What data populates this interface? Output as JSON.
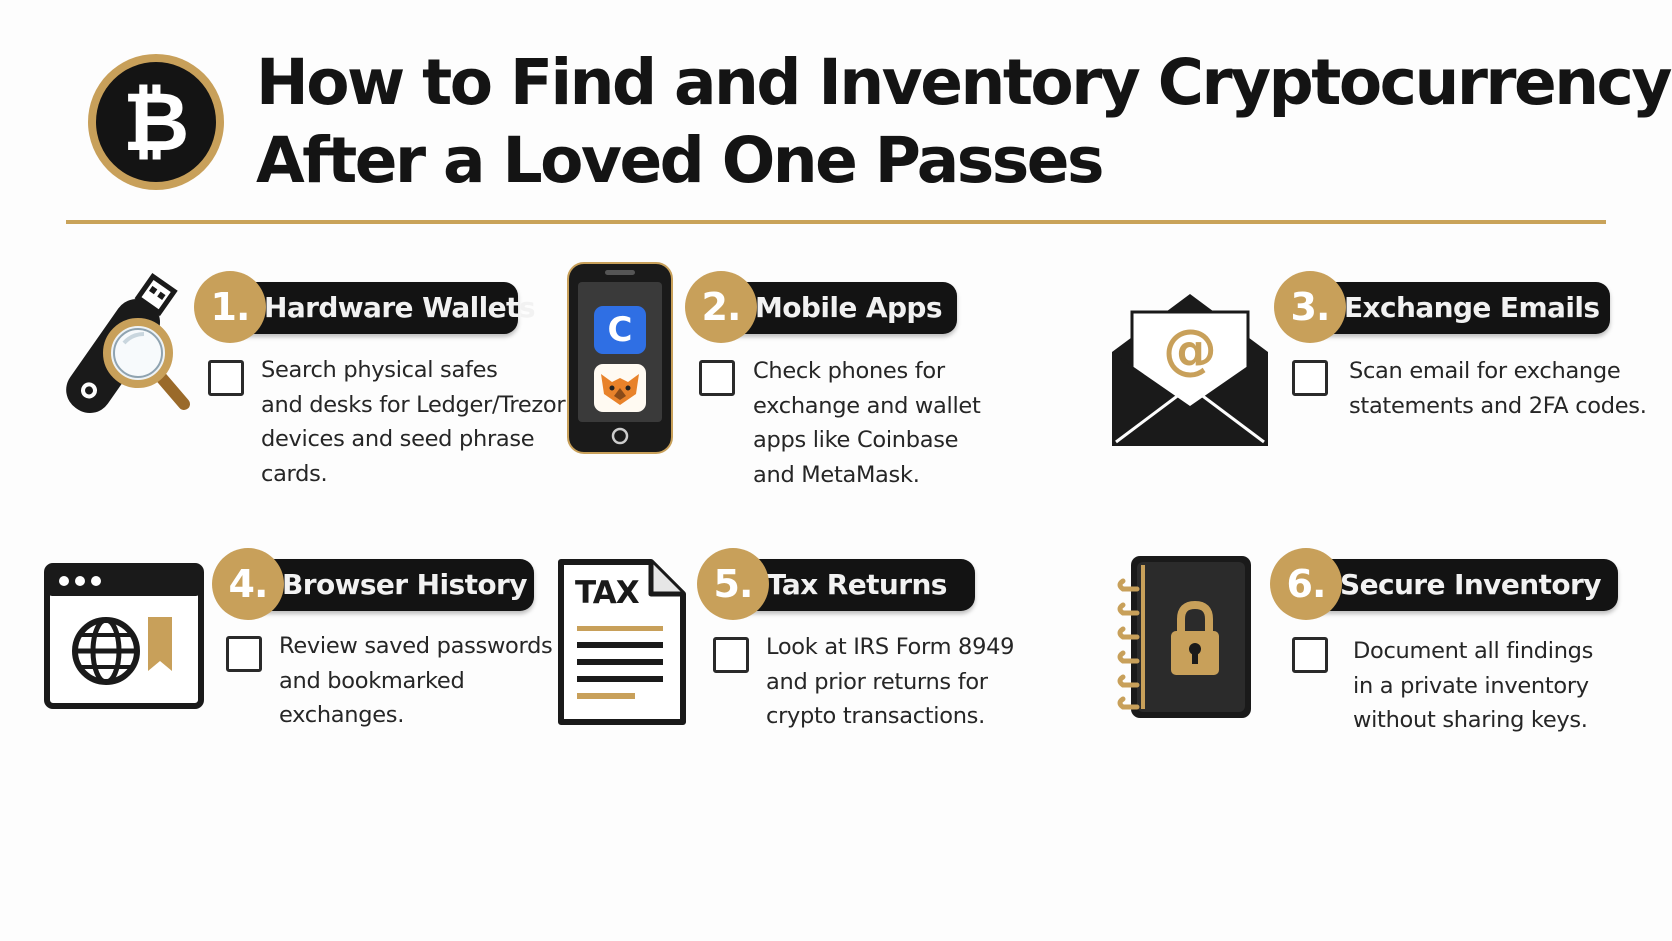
{
  "header": {
    "logo_icon": "bitcoin-coin-icon",
    "logo_glyph": "₿",
    "title_lines": [
      "How to Find and Inventory Cryptocurrency",
      "After a Loved One Passes"
    ]
  },
  "colors": {
    "gold": "#c8a05a",
    "dark": "#131313",
    "background": "#fdfdfd"
  },
  "steps": [
    {
      "number": "1.",
      "title": "Hardware Wallets",
      "icon": "usb-drive-magnifier-icon",
      "lines": [
        "Search physical safes",
        "and desks for Ledger/Trezor",
        "devices and seed phrase",
        "cards."
      ]
    },
    {
      "number": "2.",
      "title": "Mobile Apps",
      "icon": "smartphone-apps-icon",
      "app_letter": "C",
      "lines": [
        "Check phones for",
        "exchange and wallet",
        "apps like Coinbase",
        "and MetaMask."
      ]
    },
    {
      "number": "3.",
      "title": "Exchange Emails",
      "icon": "email-envelope-icon",
      "email_glyph": "@",
      "lines": [
        "Scan email for exchange",
        "statements and 2FA codes."
      ]
    },
    {
      "number": "4.",
      "title": "Browser History",
      "icon": "browser-globe-bookmark-icon",
      "lines": [
        "Review saved passwords",
        "and bookmarked",
        "exchanges."
      ]
    },
    {
      "number": "5.",
      "title": "Tax Returns",
      "icon": "tax-document-icon",
      "doc_label": "TAX",
      "lines": [
        "Look at IRS Form 8949",
        "and prior returns for",
        "crypto transactions."
      ]
    },
    {
      "number": "6.",
      "title": "Secure Inventory",
      "icon": "locked-notebook-icon",
      "lines": [
        "Document all findings",
        "in a private inventory",
        "without sharing keys."
      ]
    }
  ]
}
